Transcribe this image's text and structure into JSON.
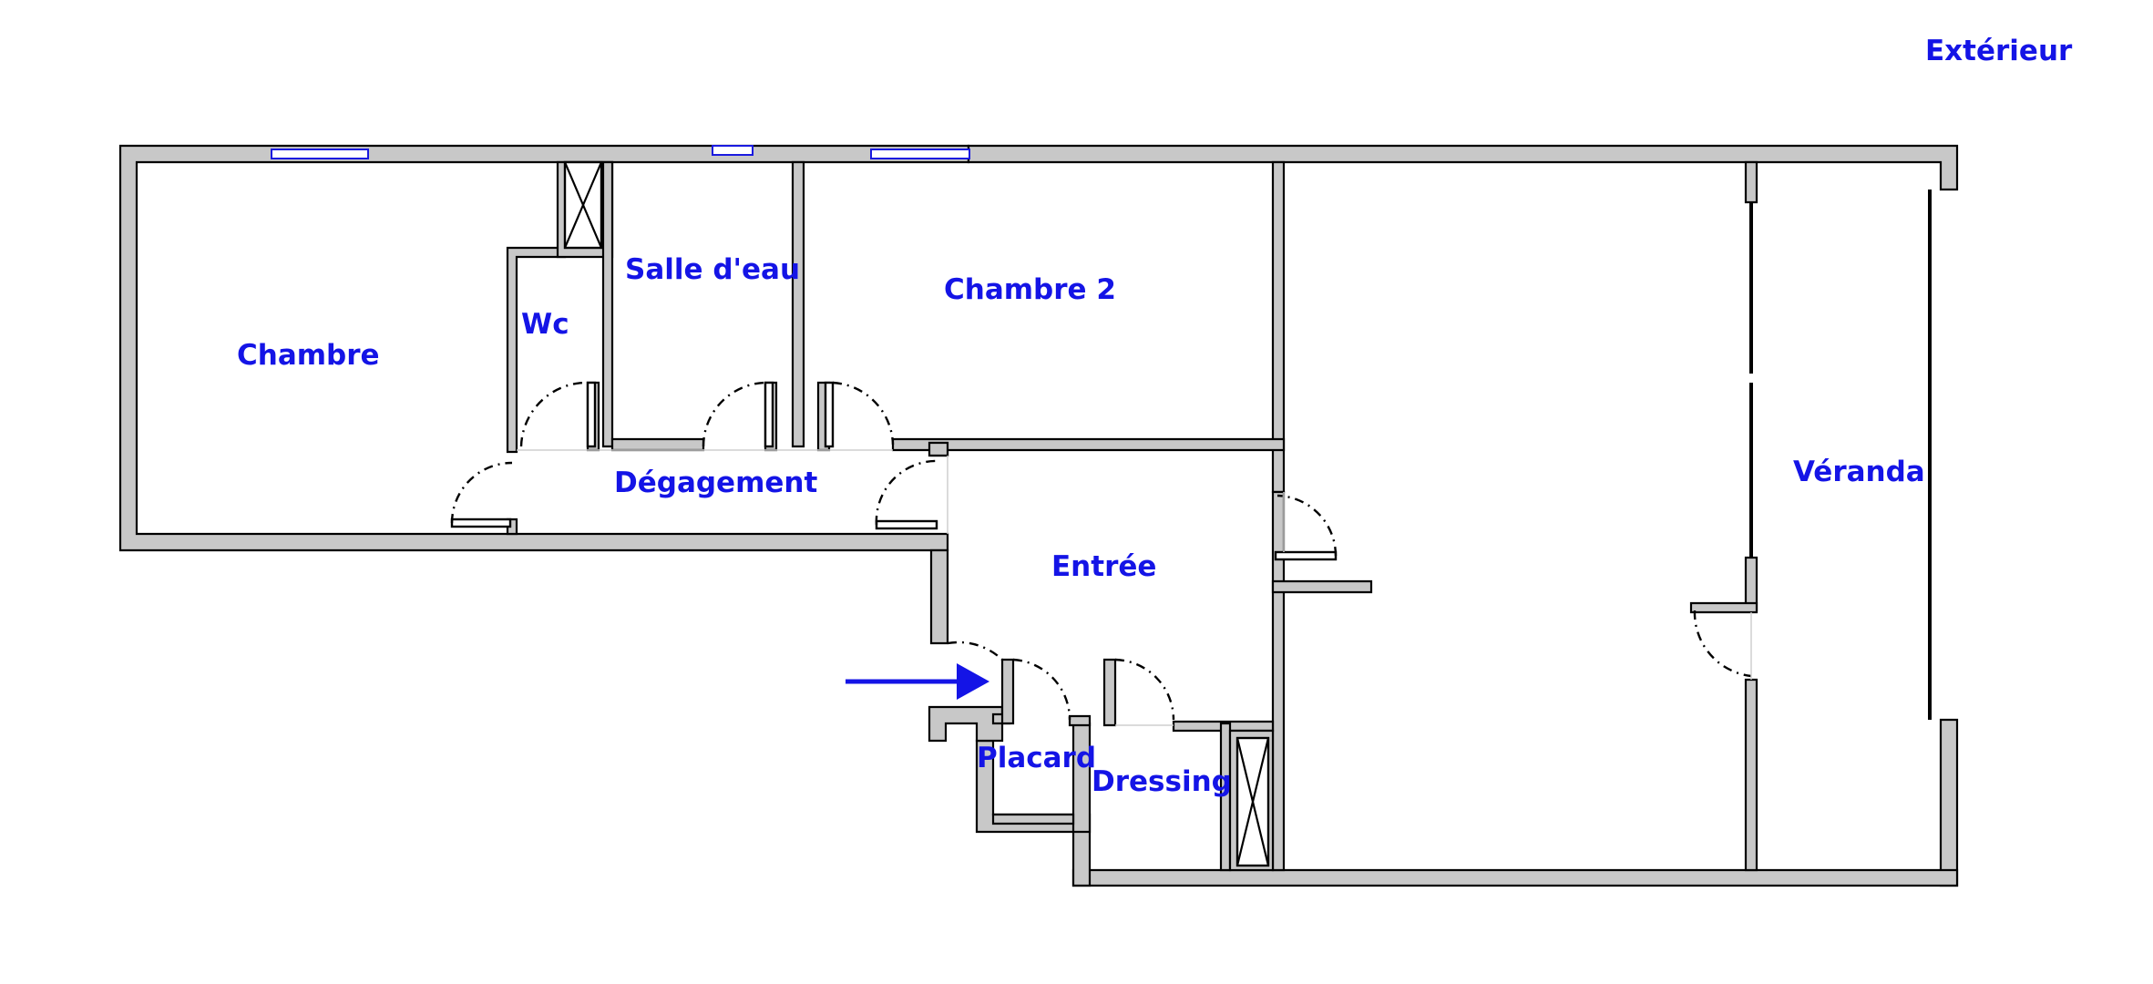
{
  "plan": {
    "rooms": {
      "exterieur": "Extérieur",
      "chambre": "Chambre",
      "wc": "Wc",
      "salle_d_eau": "Salle d'eau",
      "chambre_2": "Chambre 2",
      "degagement": "Dégagement",
      "entree": "Entrée",
      "veranda": "Véranda",
      "placard": "Placard",
      "dressing": "Dressing"
    },
    "colors": {
      "label": "#1414e6",
      "wall_fill": "#c8c8c8",
      "wall_outline": "#000000",
      "window": "#1a1adf"
    },
    "icons": {
      "entrance_marker": "entrance-arrow-icon",
      "ventilation_shaft": "shaft-cross-icon"
    }
  }
}
